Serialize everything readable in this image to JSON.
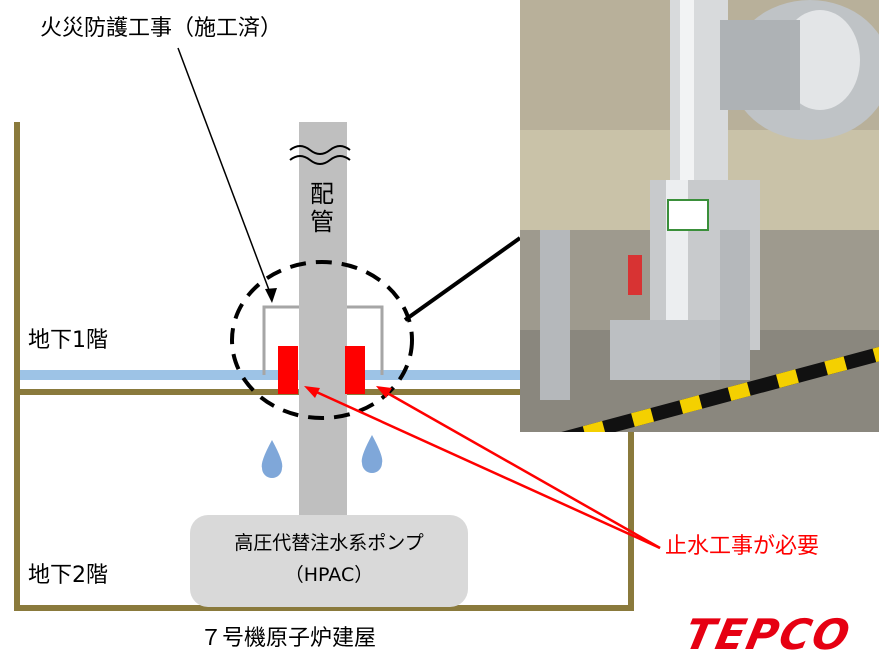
{
  "labels": {
    "title": "火災防護工事（施工済）",
    "pipe": "配管",
    "floor_b1": "地下1階",
    "floor_b2": "地下2階",
    "pump_line1": "高圧代替注水系ポンプ",
    "pump_line2": "（HPAC）",
    "water_stop_note": "止水工事が必要",
    "building": "７号機原子炉建屋"
  },
  "logo": {
    "text": "TEPCO"
  },
  "colors": {
    "wall": "#8a7a3c",
    "floor_water": "#9dc3e6",
    "pipe": "#bfbfbf",
    "seal": "#ff0000",
    "arrow": "#ff0000",
    "drop": "#7fa7d9"
  }
}
